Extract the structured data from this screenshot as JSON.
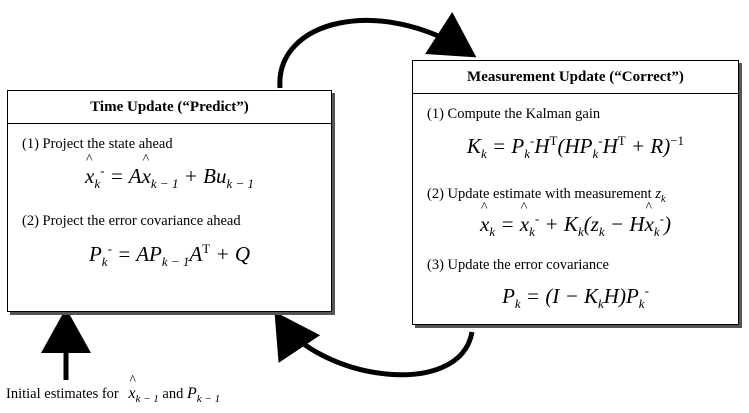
{
  "time_update": {
    "title": "Time Update (“Predict”)",
    "step1": "(1) Project the state ahead",
    "step2": "(2) Project the error covariance ahead"
  },
  "measurement_update": {
    "title": "Measurement Update (“Correct”)",
    "step1": "(1) Compute the Kalman gain",
    "step2": "(2) Update estimate with measurement",
    "step3": "(3) Update the error covariance"
  },
  "initial_label": {
    "prefix": "Initial estimates for",
    "conjunction": "and"
  }
}
